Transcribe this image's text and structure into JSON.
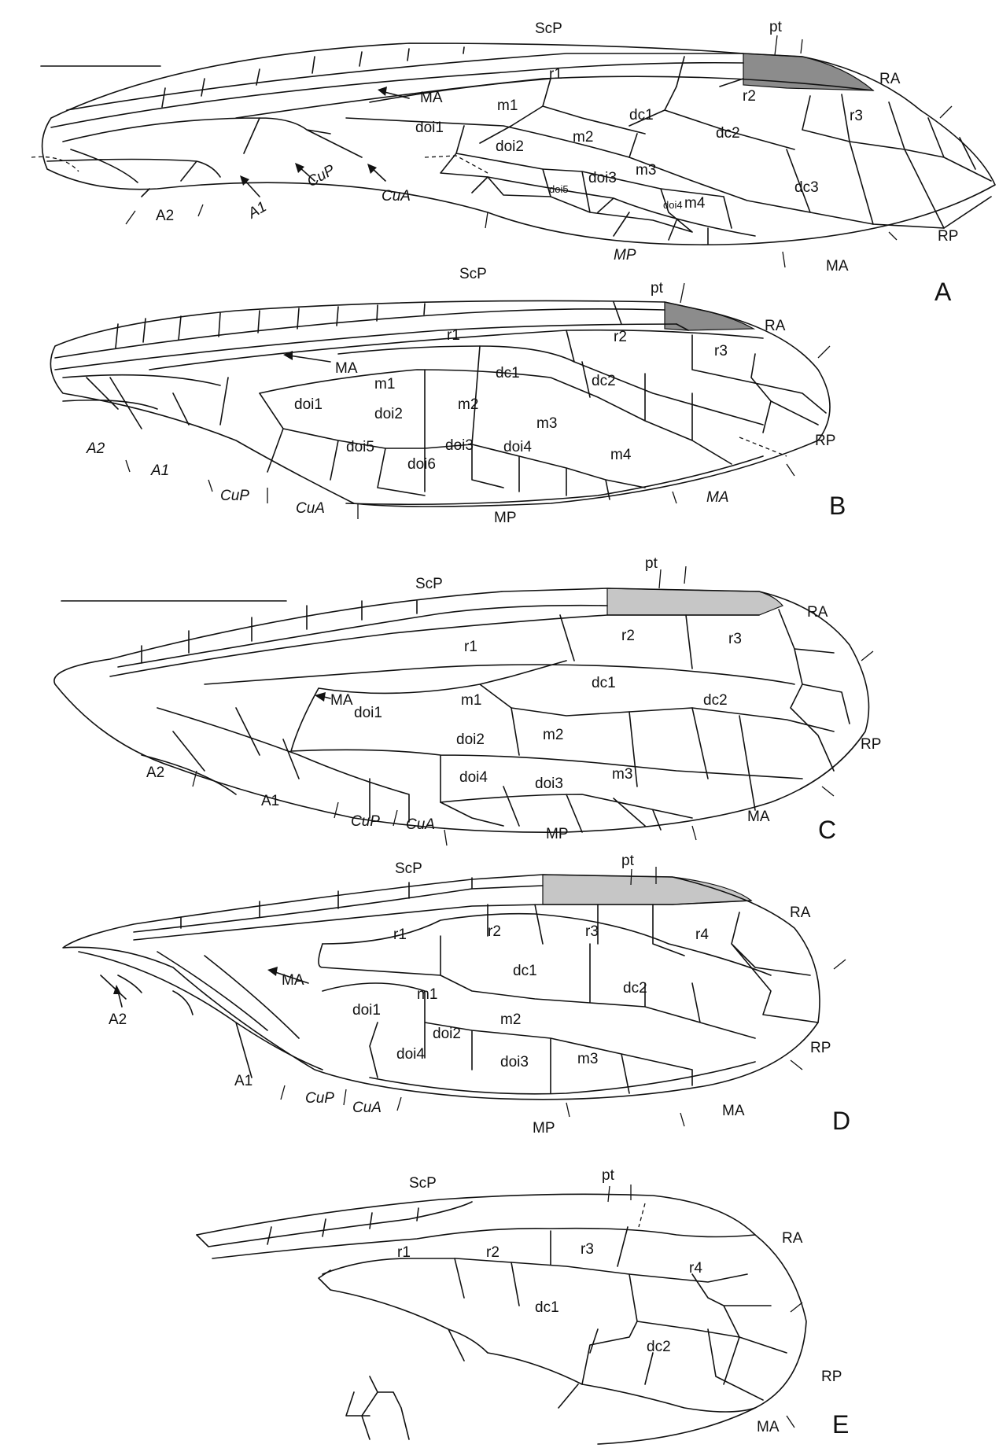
{
  "panels": [
    {
      "id": "A",
      "letter": "A",
      "labels": {
        "scp": "ScP",
        "pt": "pt",
        "ra": "RA",
        "rp": "RP",
        "ma": "MA",
        "ma_arrow": "MA",
        "mp": "MP",
        "cua": "CuA",
        "cup": "CuP",
        "a1": "A1",
        "a2": "A2",
        "r1": "r1",
        "r2": "r2",
        "r3": "r3",
        "m1": "m1",
        "m2": "m2",
        "m3": "m3",
        "m4": "m4",
        "dc1": "dc1",
        "dc2": "dc2",
        "dc3": "dc3",
        "doi1": "doi1",
        "doi2": "doi2",
        "doi3": "doi3",
        "doi4": "doi4",
        "doi5": "doi5"
      }
    },
    {
      "id": "B",
      "letter": "B",
      "labels": {
        "scp": "ScP",
        "pt": "pt",
        "ra": "RA",
        "rp": "RP",
        "ma": "MA",
        "ma_arrow": "MA",
        "mp": "MP",
        "cua": "CuA",
        "cup": "CuP",
        "a1": "A1",
        "a2": "A2",
        "r1": "r1",
        "r2": "r2",
        "r3": "r3",
        "m1": "m1",
        "m2": "m2",
        "m3": "m3",
        "m4": "m4",
        "dc1": "dc1",
        "dc2": "dc2",
        "doi1": "doi1",
        "doi2": "doi2",
        "doi3": "doi3",
        "doi4": "doi4",
        "doi5": "doi5",
        "doi6": "doi6"
      }
    },
    {
      "id": "C",
      "letter": "C",
      "labels": {
        "scp": "ScP",
        "pt": "pt",
        "ra": "RA",
        "rp": "RP",
        "ma": "MA",
        "ma_arrow": "MA",
        "mp": "MP",
        "cua": "CuA",
        "cup": "CuP",
        "a1": "A1",
        "a2": "A2",
        "r1": "r1",
        "r2": "r2",
        "r3": "r3",
        "m1": "m1",
        "m2": "m2",
        "m3": "m3",
        "dc1": "dc1",
        "dc2": "dc2",
        "doi1": "doi1",
        "doi2": "doi2",
        "doi3": "doi3",
        "doi4": "doi4"
      }
    },
    {
      "id": "D",
      "letter": "D",
      "labels": {
        "scp": "ScP",
        "pt": "pt",
        "ra": "RA",
        "rp": "RP",
        "ma": "MA",
        "ma_arrow": "MA",
        "mp": "MP",
        "cua": "CuA",
        "cup": "CuP",
        "a1": "A1",
        "a2": "A2",
        "r1": "r1",
        "r2": "r2",
        "r3": "r3",
        "r4": "r4",
        "m1": "m1",
        "m2": "m2",
        "m3": "m3",
        "dc1": "dc1",
        "dc2": "dc2",
        "doi1": "doi1",
        "doi2": "doi2",
        "doi3": "doi3",
        "doi4": "doi4"
      }
    },
    {
      "id": "E",
      "letter": "E",
      "labels": {
        "scp": "ScP",
        "pt": "pt",
        "ra": "RA",
        "rp": "RP",
        "ma": "MA",
        "r1": "r1",
        "r2": "r2",
        "r3": "r3",
        "r4": "r4",
        "dc1": "dc1",
        "dc2": "dc2"
      }
    }
  ],
  "colors": {
    "ink": "#111111",
    "pterostigma_dark": "#8c8c8c",
    "pterostigma_light": "#c6c6c6"
  }
}
